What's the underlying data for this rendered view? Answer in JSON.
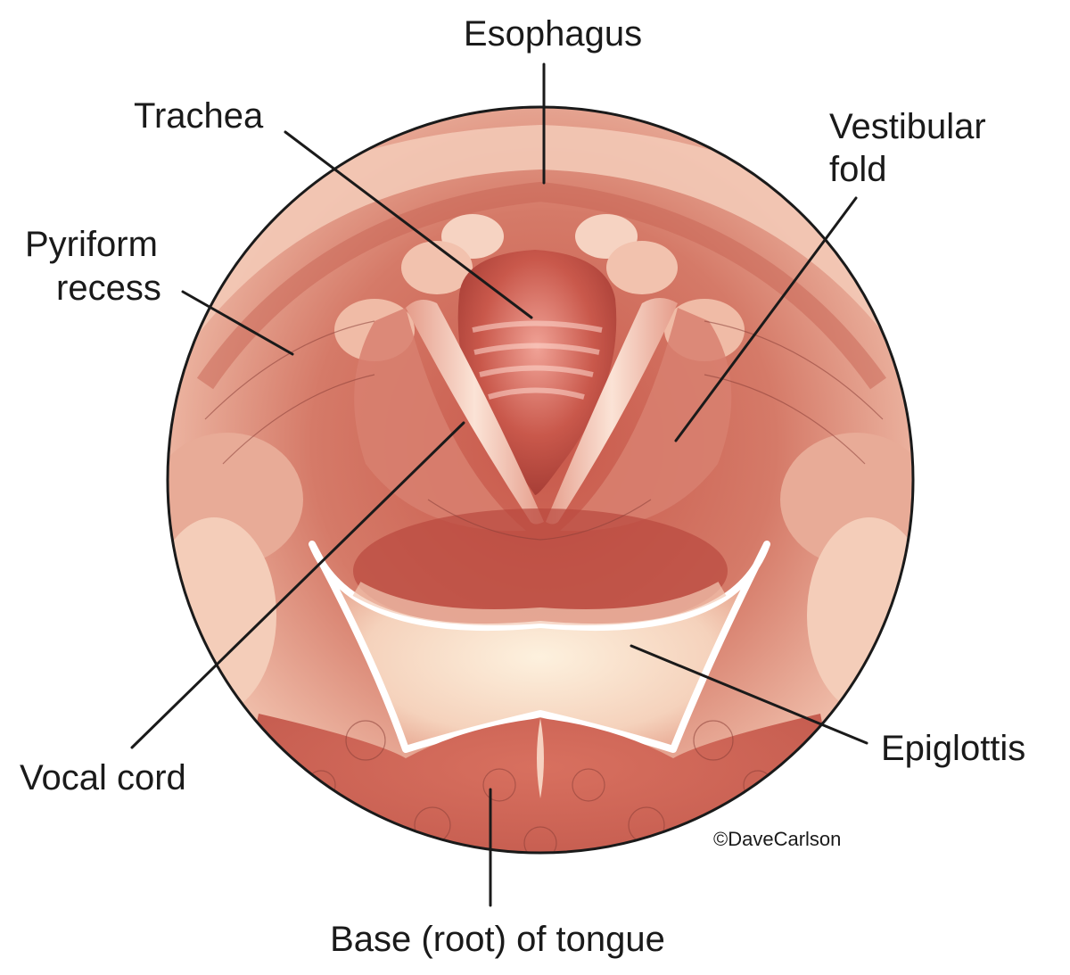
{
  "labels": {
    "esophagus": "Esophagus",
    "trachea": "Trachea",
    "vestibular_fold": [
      "Vestibular",
      "fold"
    ],
    "pyriform_recess": [
      "Pyriform",
      "recess"
    ],
    "vocal_cord": "Vocal cord",
    "epiglottis": "Epiglottis",
    "base_of_tongue": "Base (root) of tongue"
  },
  "credit": "©DaveCarlson",
  "colors": {
    "tissue_dark": "#b4483e",
    "tissue_mid": "#d8806f",
    "tissue_light": "#f2c2ae",
    "highlight": "#fdf0e2",
    "outline": "#1a1a1a"
  }
}
